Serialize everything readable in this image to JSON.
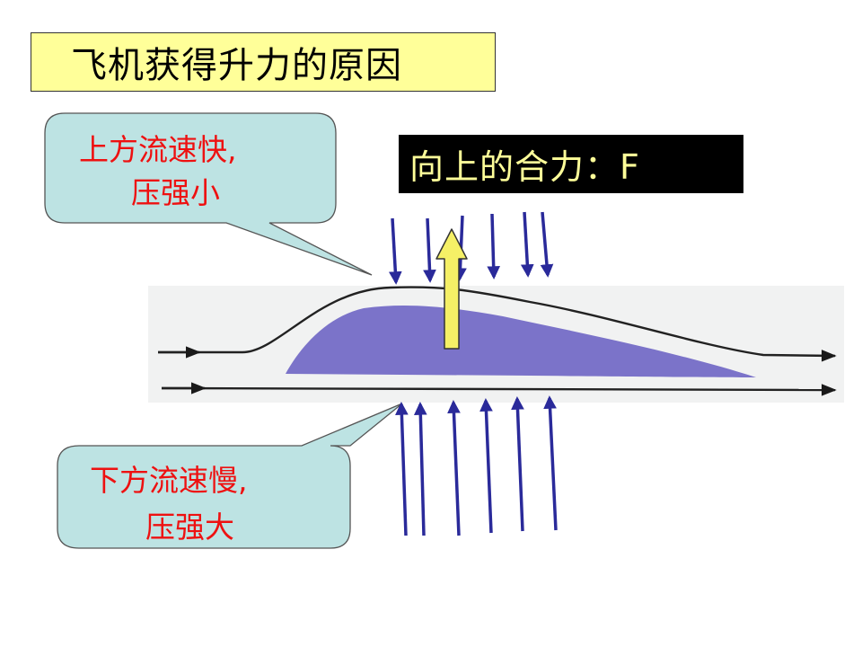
{
  "title": "飞机获得升力的原因",
  "resultant_force": "向上的合力：F",
  "upper_callout": {
    "line1": "上方流速快,",
    "line2": "压强小"
  },
  "lower_callout": {
    "line1": "下方流速慢,",
    "line2": "压强大"
  },
  "colors": {
    "title_background": "#ffff99",
    "callout_fill": "#bde3e3",
    "callout_text": "#ee1111",
    "wing_fill": "#7b73c9",
    "pressure_arrow": "#2a2a9a",
    "lift_arrow_fill": "#f5f066",
    "resultant_text": "#ffff99",
    "resultant_background": "#000000"
  },
  "icons": {
    "downward_pressure": "arrow-down",
    "upward_pressure": "arrow-up",
    "lift": "arrow-up-thick",
    "airflow": "arrow-right"
  }
}
